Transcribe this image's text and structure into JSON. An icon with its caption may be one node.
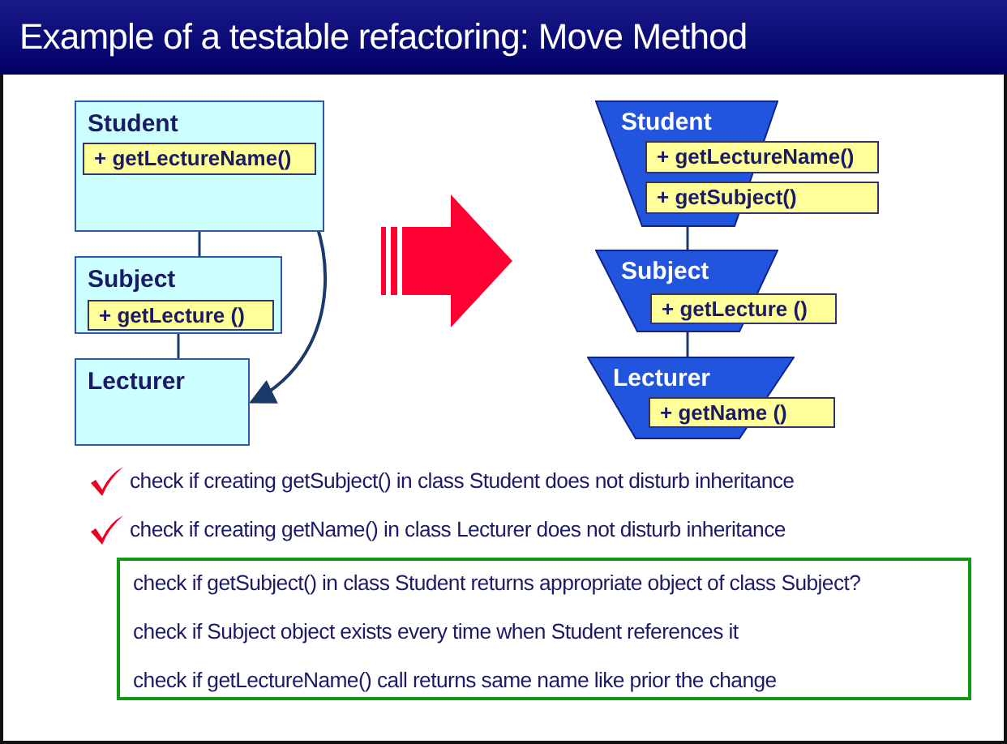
{
  "diagram": {
    "title": "Example of a testable refactoring: Move Method",
    "nodes": [
      {
        "text": [
          "Student"
        ]
      },
      {
        "text": [
          "+ getLectureName()"
        ],
        "in": 0
      },
      {
        "text": [
          "Subject"
        ]
      },
      {
        "text": [
          "+ getLecture ()"
        ],
        "in": 2
      },
      {
        "text": [
          "Lecturer"
        ]
      },
      {
        "text": [
          "Student"
        ]
      },
      {
        "text": [
          "+ getLectureName()"
        ]
      },
      {
        "text": [
          "+ getSubject()"
        ]
      },
      {
        "text": [
          "Subject"
        ]
      },
      {
        "text": [
          "+ getLecture ()"
        ]
      },
      {
        "text": [
          "Lecturer"
        ]
      },
      {
        "text": [
          "+ getName ()"
        ]
      },
      {
        "text": [
          "check if getSubject() in class Student returns appropriate object of class Subject?",
          "check if Subject object exists every time when Student references it",
          "check if getLectureName() call returns same name like prior the change"
        ]
      }
    ],
    "edges": [
      {
        "from": 0,
        "to": 2,
        "arrow": "none"
      },
      {
        "from": 2,
        "to": 4,
        "arrow": "none"
      },
      {
        "from": 1,
        "to": 4,
        "arrow": "to"
      },
      {
        "from": 5,
        "to": 8,
        "arrow": "none"
      },
      {
        "from": 8,
        "to": 10,
        "arrow": "none"
      }
    ],
    "labels": [
      "check if creating getSubject() in class Student does not disturb inheritance",
      "check if creating getName() in class Lecturer does not disturb inheritance"
    ]
  }
}
